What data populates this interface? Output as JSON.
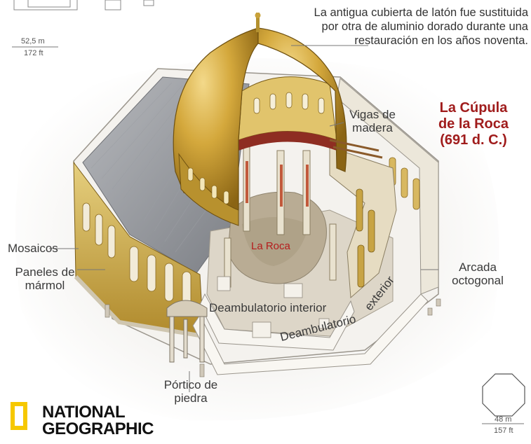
{
  "colors": {
    "title": "#a01c1c",
    "rock_label": "#b51c1c",
    "gold": "#c9a23a",
    "roof": "#8d9096",
    "logo_yellow": "#f6c800"
  },
  "note": [
    "La antigua cubierta de latón fue sustituida",
    "por otra de aluminio dorado durante una",
    "restauración en los años noventa."
  ],
  "title": [
    "La Cúpula",
    "de la Roca",
    "(691 d. C.)"
  ],
  "labels": {
    "vigas": [
      "Vigas de",
      "madera"
    ],
    "mosaicos": "Mosaicos",
    "paneles": [
      "Paneles de",
      "mármol"
    ],
    "roca": "La Roca",
    "arcada": [
      "Arcada",
      "octogonal"
    ],
    "deamb_interior": "Deambulatorio interior",
    "deamb_exterior_1": "Deambulatorio",
    "deamb_exterior_2": "exterior",
    "portico": [
      "Pórtico de",
      "piedra"
    ]
  },
  "scale_top": {
    "meters": "52,5 m",
    "feet": "172 ft"
  },
  "scale_bottom": {
    "meters": "48 m",
    "feet": "157 ft"
  },
  "logo": {
    "line1": "NATIONAL",
    "line2": "GEOGRAPHIC",
    "icon": "yellow-rectangle-border-icon"
  }
}
